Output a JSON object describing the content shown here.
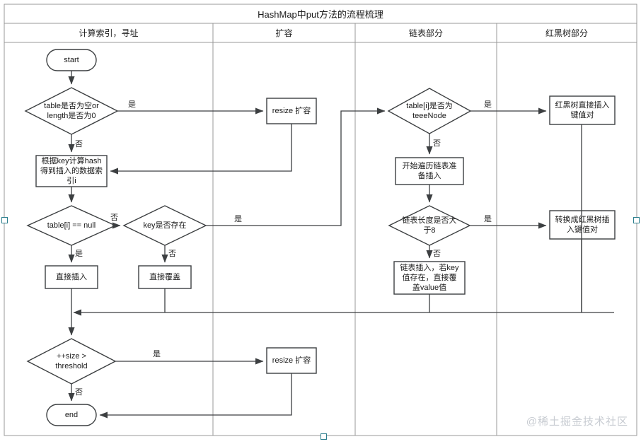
{
  "diagram": {
    "title": "HashMap中put方法的流程梳理",
    "watermark": "@稀土掘金技术社区",
    "columns": [
      {
        "label": "计算索引，寻址"
      },
      {
        "label": "扩容"
      },
      {
        "label": "链表部分"
      },
      {
        "label": "红黑树部分"
      }
    ],
    "nodes": {
      "start": "start",
      "table_empty": "table是否为空or\nlength是否为0",
      "resize_top": "resize 扩容",
      "calc_hash": "根据key计算hash\n得到插入的数据索\n引i",
      "table_i_null": "table[i] == null",
      "key_exists": "key是否存在",
      "direct_insert": "直接插入",
      "direct_overwrite": "直接覆盖",
      "is_tree_node": "table[i]是否为\nteeeNode",
      "traverse_list": "开始遍历链表准\n备插入",
      "list_len_gt8": "链表长度是否大\n于8",
      "list_insert": "链表插入，若key\n值存在，直接覆\n盖value值",
      "rbtree_insert": "红黑树直接插入\n键值对",
      "convert_rbtree": "转换成红黑树插\n入键值对",
      "size_gt_threshold": "++size >\nthreshold",
      "resize_bottom": "resize 扩容",
      "end": "end"
    },
    "edge_labels": {
      "table_empty_yes": "是",
      "table_empty_no": "否",
      "table_i_null_no": "否",
      "table_i_null_yes": "是",
      "key_exists_yes": "是",
      "key_exists_no": "否",
      "is_tree_node_yes": "是",
      "is_tree_node_no": "否",
      "list_len_yes": "是",
      "list_len_no": "否",
      "size_yes": "是",
      "size_no": "否"
    },
    "colors": {
      "stroke": "#3c3f41",
      "lane_border": "#999999",
      "selection": "#2d7f8e",
      "watermark": "#c8ccd2",
      "background": "#ffffff"
    }
  }
}
